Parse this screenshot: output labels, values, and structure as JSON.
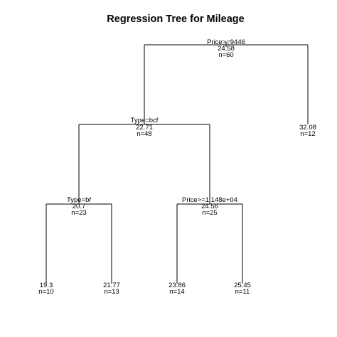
{
  "title": "Regression Tree for Mileage",
  "tree": {
    "root": {
      "split": "Price>=9446",
      "value": "24.58",
      "n": "n=60"
    },
    "node_type_bcf": {
      "split": "Type=bcf",
      "value": "22.71",
      "n": "n=48"
    },
    "leaf_right_top": {
      "value": "32.08",
      "n": "n=12"
    },
    "node_type_bf": {
      "split": "Type=bf",
      "value": "20.7",
      "n": "n=23"
    },
    "node_price_split": {
      "split": "Price>=1.148e+04",
      "value": "24.56",
      "n": "n=25"
    },
    "leaf_1": {
      "value": "19.3",
      "n": "n=10"
    },
    "leaf_2": {
      "value": "21.77",
      "n": "n=13"
    },
    "leaf_3": {
      "value": "23.86",
      "n": "n=14"
    },
    "leaf_4": {
      "value": "25.45",
      "n": "n=11"
    }
  }
}
